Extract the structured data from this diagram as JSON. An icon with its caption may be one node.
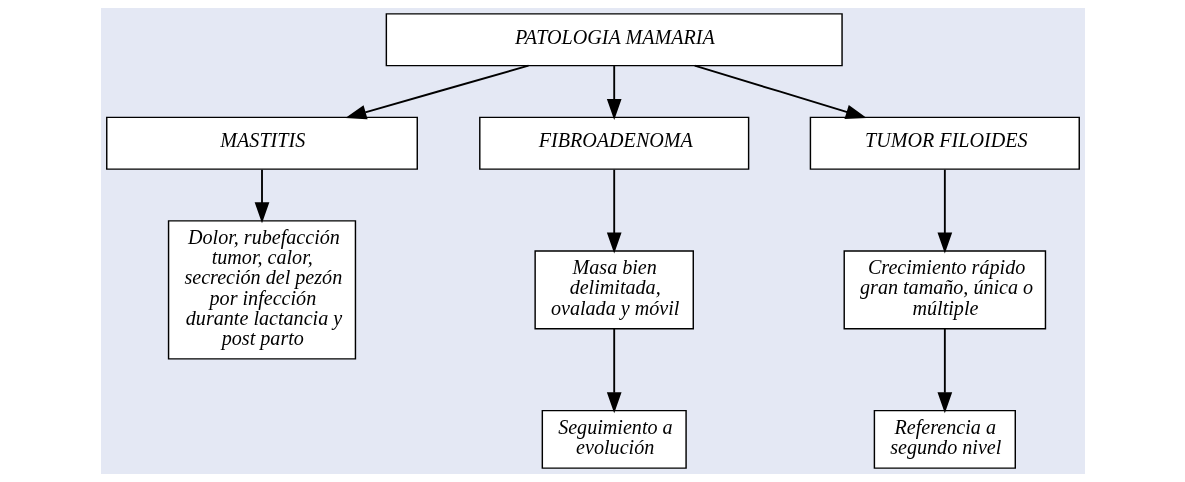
{
  "diagram": {
    "nodes": [
      {
        "text": [
          "PATOLOGIA MAMARIA"
        ]
      },
      {
        "text": [
          "MASTITIS"
        ]
      },
      {
        "text": [
          "FIBROADENOMA"
        ]
      },
      {
        "text": [
          "TUMOR FILOIDES"
        ]
      },
      {
        "text": [
          "Dolor, rubefacción tumor, calor, secreción del pezón por infección durante lactancia y post parto"
        ]
      },
      {
        "text": [
          "Masa bien delimitada, ovalada y móvil"
        ]
      },
      {
        "text": [
          "Crecimiento rápido gran tamaño, única o múltiple"
        ]
      },
      {
        "text": [
          "Seguimiento a evolución"
        ]
      },
      {
        "text": [
          "Referencia a segundo nivel"
        ]
      }
    ],
    "edges": [
      {
        "from": 0,
        "to": 1,
        "arrow": "to"
      },
      {
        "from": 0,
        "to": 2,
        "arrow": "to"
      },
      {
        "from": 0,
        "to": 3,
        "arrow": "to"
      },
      {
        "from": 1,
        "to": 4,
        "arrow": "to"
      },
      {
        "from": 2,
        "to": 5,
        "arrow": "to"
      },
      {
        "from": 3,
        "to": 6,
        "arrow": "to"
      },
      {
        "from": 5,
        "to": 7,
        "arrow": "to"
      },
      {
        "from": 6,
        "to": 8,
        "arrow": "to"
      }
    ]
  }
}
